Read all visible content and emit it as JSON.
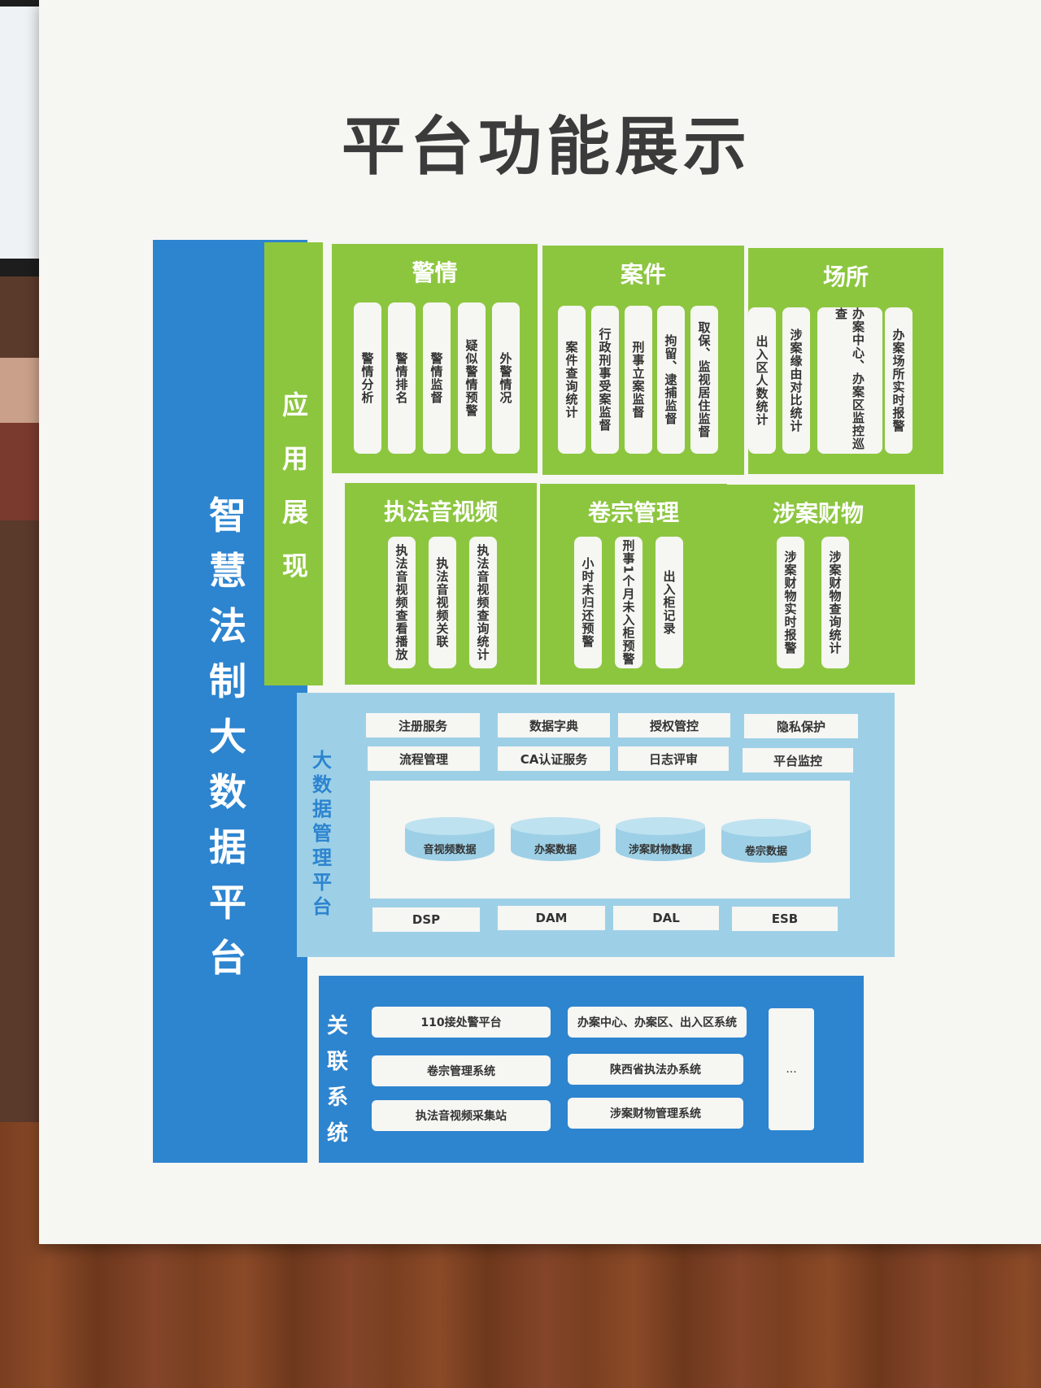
{
  "title": "平台功能展示",
  "left_bar": "智慧法制大数据平台",
  "app_section": "应用展现",
  "modules": [
    {
      "title": "警情",
      "items": [
        "警情分析",
        "警情排名",
        "警情监督",
        "疑似警情预警",
        "外警情况"
      ]
    },
    {
      "title": "案件",
      "items": [
        "案件查询统计",
        "行政刑事受案监督",
        "刑事立案监督",
        "拘留、逮捕监督",
        "取保、监视居住监督"
      ]
    },
    {
      "title": "场所",
      "items": [
        "出入区人数统计",
        "涉案缘由对比统计",
        "办案中心、办案区监控巡查",
        "办案场所实时报警"
      ]
    },
    {
      "title": "执法音视频",
      "items": [
        "执法音视频查看播放",
        "执法音视频关联",
        "执法音视频查询统计"
      ]
    },
    {
      "title": "卷宗管理",
      "items": [
        "小时未归还预警",
        "刑事1个月未入柜预警",
        "出入柜记录"
      ]
    },
    {
      "title": "涉案财物",
      "items": [
        "涉案财物实时报警",
        "涉案财物查询统计"
      ]
    }
  ],
  "data_platform": {
    "label": "大数据管理平台",
    "services_row1": [
      "注册服务",
      "数据字典",
      "授权管控",
      "隐私保护"
    ],
    "services_row2": [
      "流程管理",
      "CA认证服务",
      "日志评审",
      "平台监控"
    ],
    "databases": [
      "音视频数据",
      "办案数据",
      "涉案财物数据",
      "卷宗数据"
    ],
    "layers": [
      "DSP",
      "DAM",
      "DAL",
      "ESB"
    ]
  },
  "related": {
    "label": "关联系统",
    "systems": [
      "110接处警平台",
      "办案中心、办案区、出入区系统",
      "卷宗管理系统",
      "陕西省执法办系统",
      "执法音视频采集站",
      "涉案财物管理系统"
    ],
    "more": "..."
  }
}
